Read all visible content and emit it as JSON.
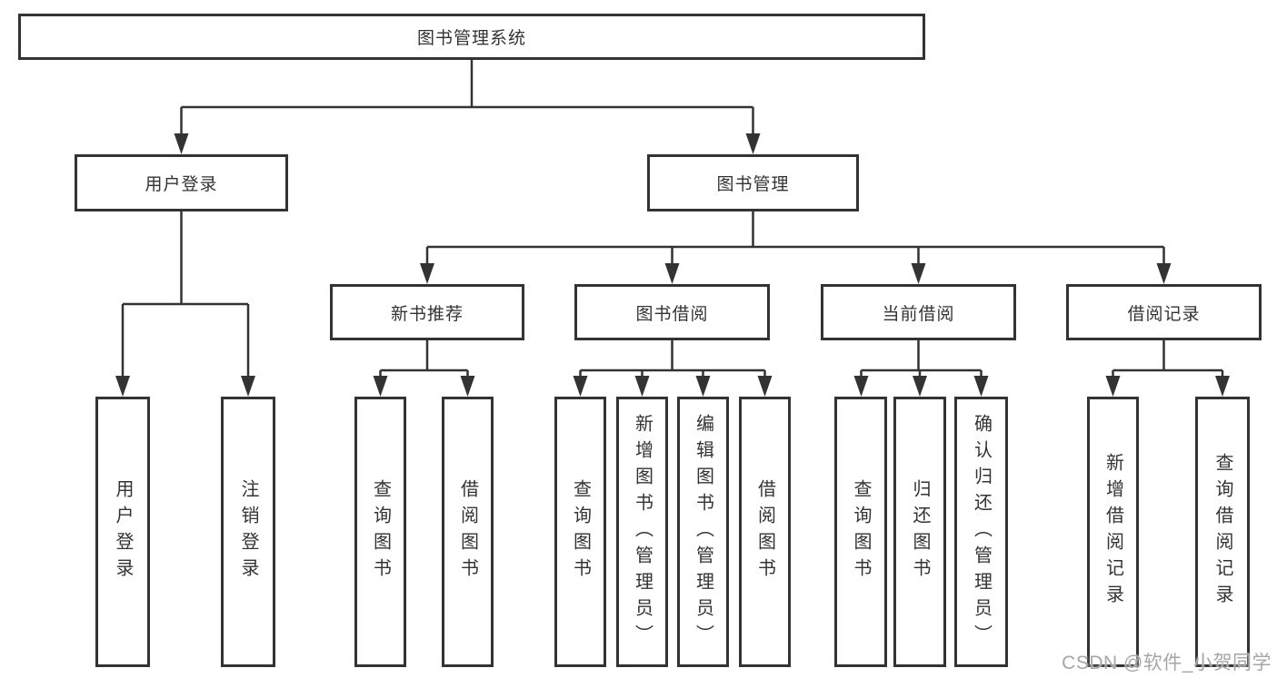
{
  "diagram": {
    "root": {
      "label": "图书管理系统"
    },
    "level2": [
      {
        "id": "user-login",
        "label": "用户登录"
      },
      {
        "id": "book-management",
        "label": "图书管理"
      }
    ],
    "level3": [
      {
        "id": "new-book-recommend",
        "label": "新书推荐"
      },
      {
        "id": "book-borrowing",
        "label": "图书借阅"
      },
      {
        "id": "current-borrowing",
        "label": "当前借阅"
      },
      {
        "id": "borrow-records",
        "label": "借阅记录"
      }
    ],
    "leaves": {
      "user_login": [
        "用户登录",
        "注销登录"
      ],
      "new_books": [
        "查询图书",
        "借阅图书"
      ],
      "book_borrow": [
        "查询图书",
        "新增图书（管理员）",
        "编辑图书（管理员）",
        "借阅图书"
      ],
      "current_borrow": [
        "查询图书",
        "归还图书",
        "确认归还（管理员）"
      ],
      "borrow_records": [
        "新增借阅记录",
        "查询借阅记录"
      ]
    }
  },
  "watermark": "CSDN @软件_小贺同学",
  "colors": {
    "line": "#333333",
    "box_border": "#333333",
    "text": "#333333",
    "watermark": "#a6a6a6",
    "background": "#ffffff"
  }
}
